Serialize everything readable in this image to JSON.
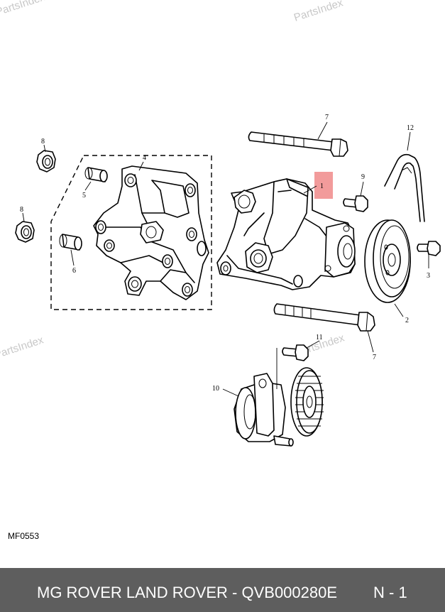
{
  "watermark": {
    "text": "PartsIndex",
    "color": "#c8c8c8"
  },
  "diagram": {
    "code": "MF0553",
    "highlight_color": "#f08a8a",
    "callouts": [
      "1",
      "2",
      "3",
      "4",
      "5",
      "6",
      "7",
      "7",
      "8",
      "8",
      "9",
      "10",
      "11",
      "12"
    ]
  },
  "footer": {
    "title": "MG ROVER LAND ROVER - QVB000280E",
    "page": "N - 1",
    "background": "#5e5e5e"
  }
}
